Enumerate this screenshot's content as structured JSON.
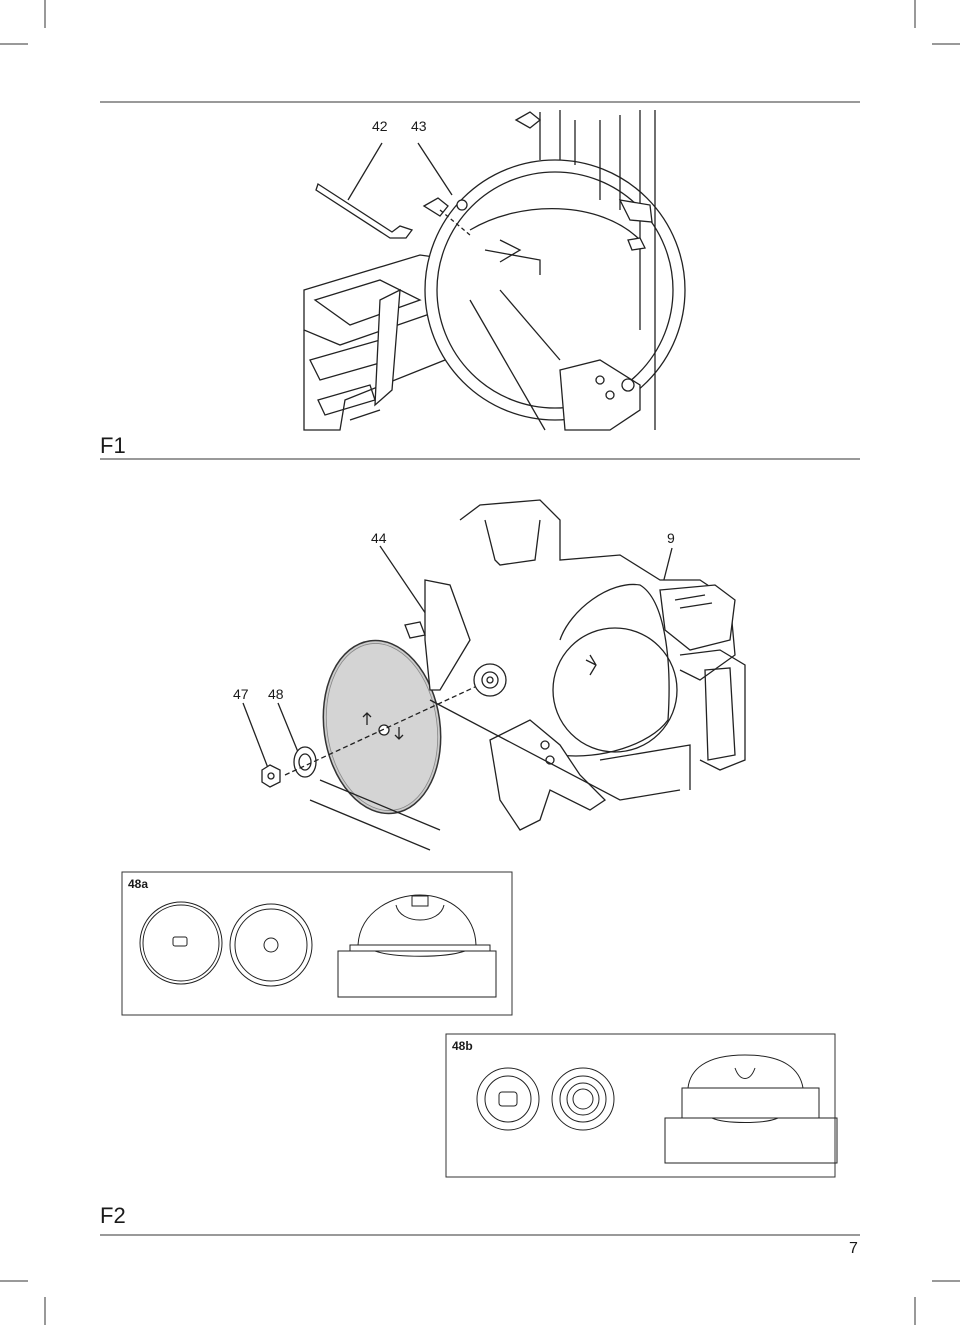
{
  "figures": {
    "f1": {
      "label": "F1",
      "callouts": [
        "42",
        "43"
      ]
    },
    "f2": {
      "label": "F2",
      "callouts": [
        "44",
        "9",
        "47",
        "48"
      ],
      "detail_a": {
        "label": "48a"
      },
      "detail_b": {
        "label": "48b"
      }
    }
  },
  "page": {
    "number": "7"
  },
  "icons": [
    "crop-mark-icon",
    "allen-key-icon",
    "saw-blade-icon",
    "flange-icon",
    "nut-icon"
  ]
}
